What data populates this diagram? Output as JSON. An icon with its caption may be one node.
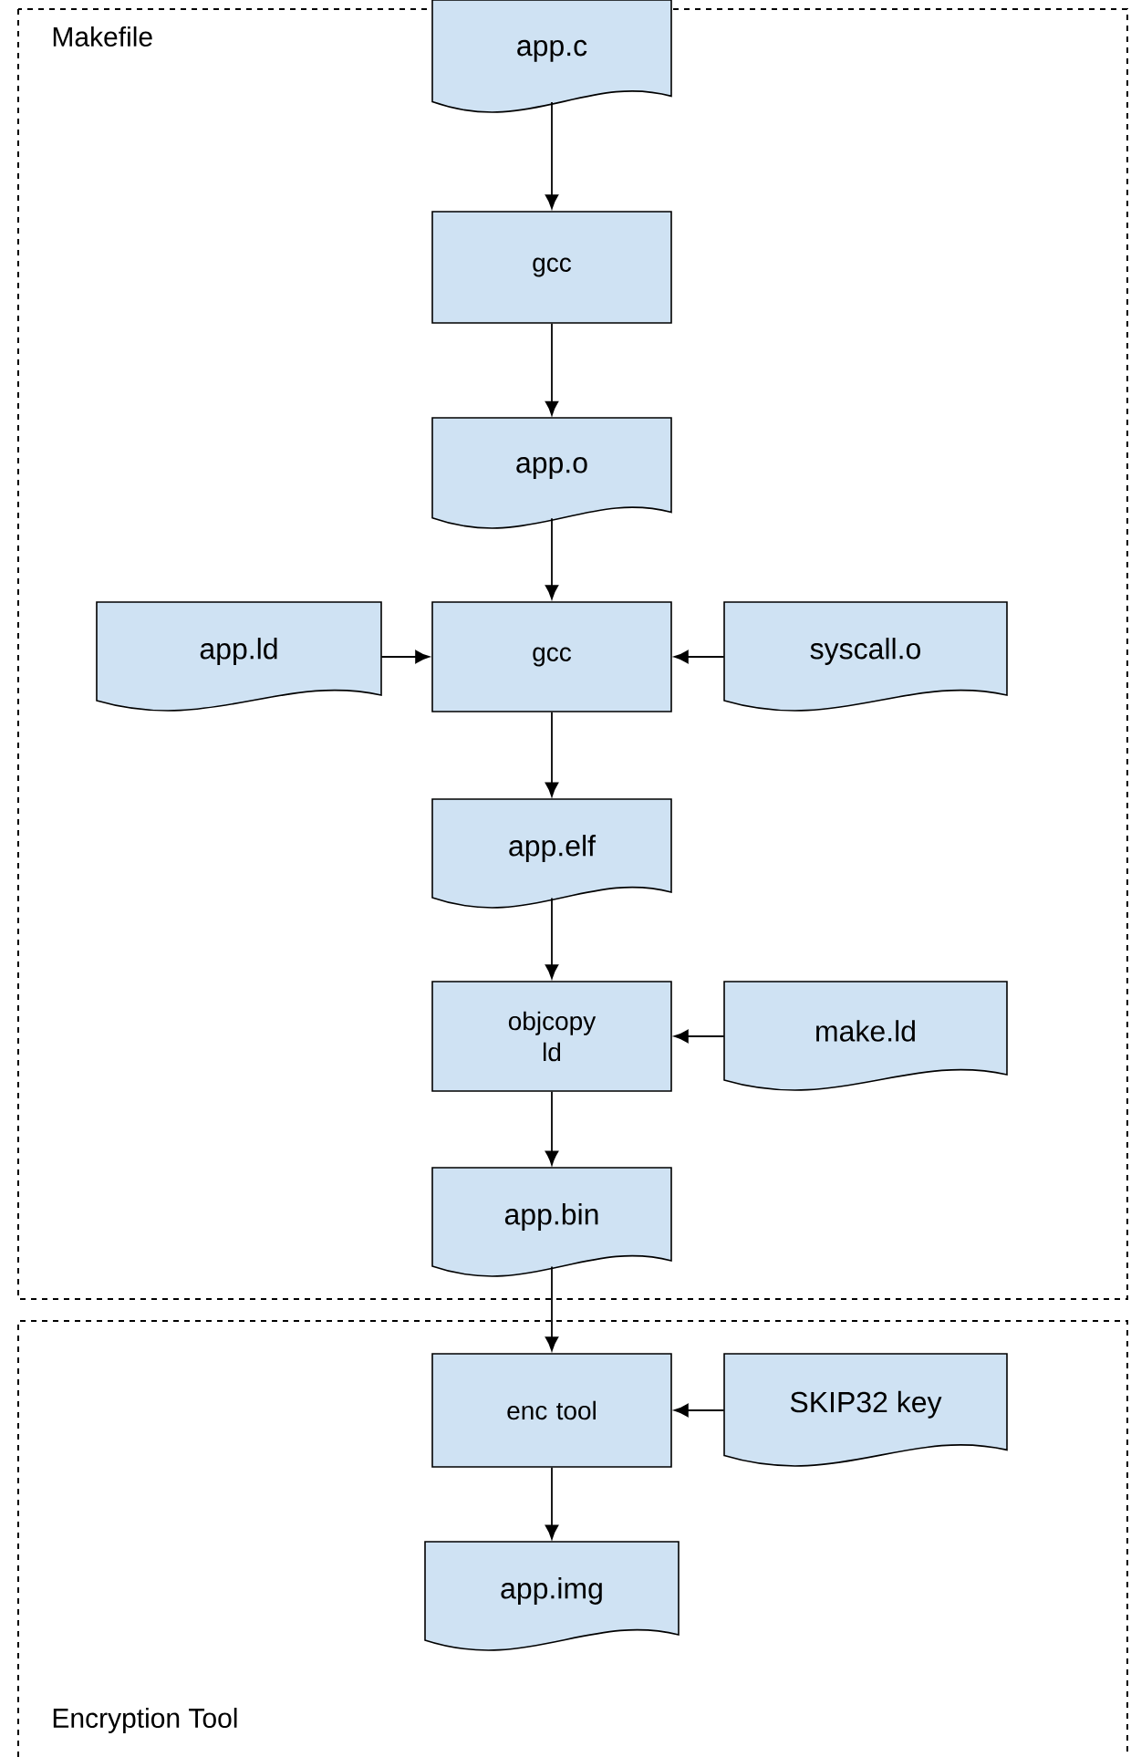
{
  "diagram": {
    "nodes": [
      {
        "text": [
          "Makefile"
        ]
      },
      {
        "text": [
          "Encryption Tool"
        ]
      },
      {
        "text": [
          "app.c"
        ],
        "in": 0
      },
      {
        "text": [
          "gcc"
        ],
        "in": 0
      },
      {
        "text": [
          "app.o"
        ],
        "in": 0
      },
      {
        "text": [
          "app.ld"
        ],
        "in": 0
      },
      {
        "text": [
          "gcc"
        ],
        "in": 0
      },
      {
        "text": [
          "syscall.o"
        ],
        "in": 0
      },
      {
        "text": [
          "app.elf"
        ],
        "in": 0
      },
      {
        "text": [
          "objcopy ld"
        ],
        "in": 0
      },
      {
        "text": [
          "make.ld"
        ],
        "in": 0
      },
      {
        "text": [
          "app.bin"
        ],
        "in": 0
      },
      {
        "text": [
          "enc tool"
        ],
        "in": 1
      },
      {
        "text": [
          "SKIP32 key"
        ],
        "in": 1
      },
      {
        "text": [
          "app.img"
        ],
        "in": 1
      }
    ],
    "edges": [
      {
        "from": 2,
        "to": 3,
        "arrow": "to"
      },
      {
        "from": 3,
        "to": 4,
        "arrow": "to"
      },
      {
        "from": 4,
        "to": 6,
        "arrow": "to"
      },
      {
        "from": 5,
        "to": 6,
        "arrow": "to"
      },
      {
        "from": 7,
        "to": 6,
        "arrow": "to"
      },
      {
        "from": 6,
        "to": 8,
        "arrow": "to"
      },
      {
        "from": 8,
        "to": 9,
        "arrow": "to"
      },
      {
        "from": 10,
        "to": 9,
        "arrow": "to"
      },
      {
        "from": 9,
        "to": 11,
        "arrow": "to"
      },
      {
        "from": 11,
        "to": 12,
        "arrow": "to"
      },
      {
        "from": 13,
        "to": 12,
        "arrow": "to"
      },
      {
        "from": 12,
        "to": 14,
        "arrow": "to"
      }
    ]
  }
}
